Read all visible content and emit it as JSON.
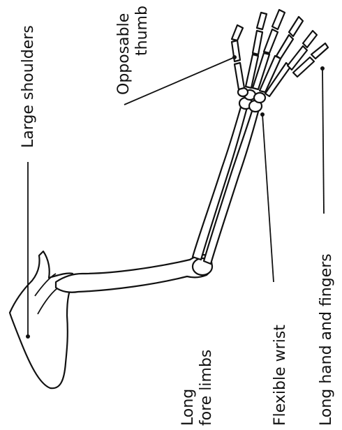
{
  "diagram": {
    "labels": {
      "large_shoulders": "Large shoulders",
      "opposable_thumb_line1": "Opposable",
      "opposable_thumb_line2": "thumb",
      "long_fore_limbs_line1": "Long",
      "long_fore_limbs_line2": "fore limbs",
      "flexible_wrist": "Flexible wrist",
      "long_hand_and_fingers": "Long hand and fingers"
    }
  }
}
